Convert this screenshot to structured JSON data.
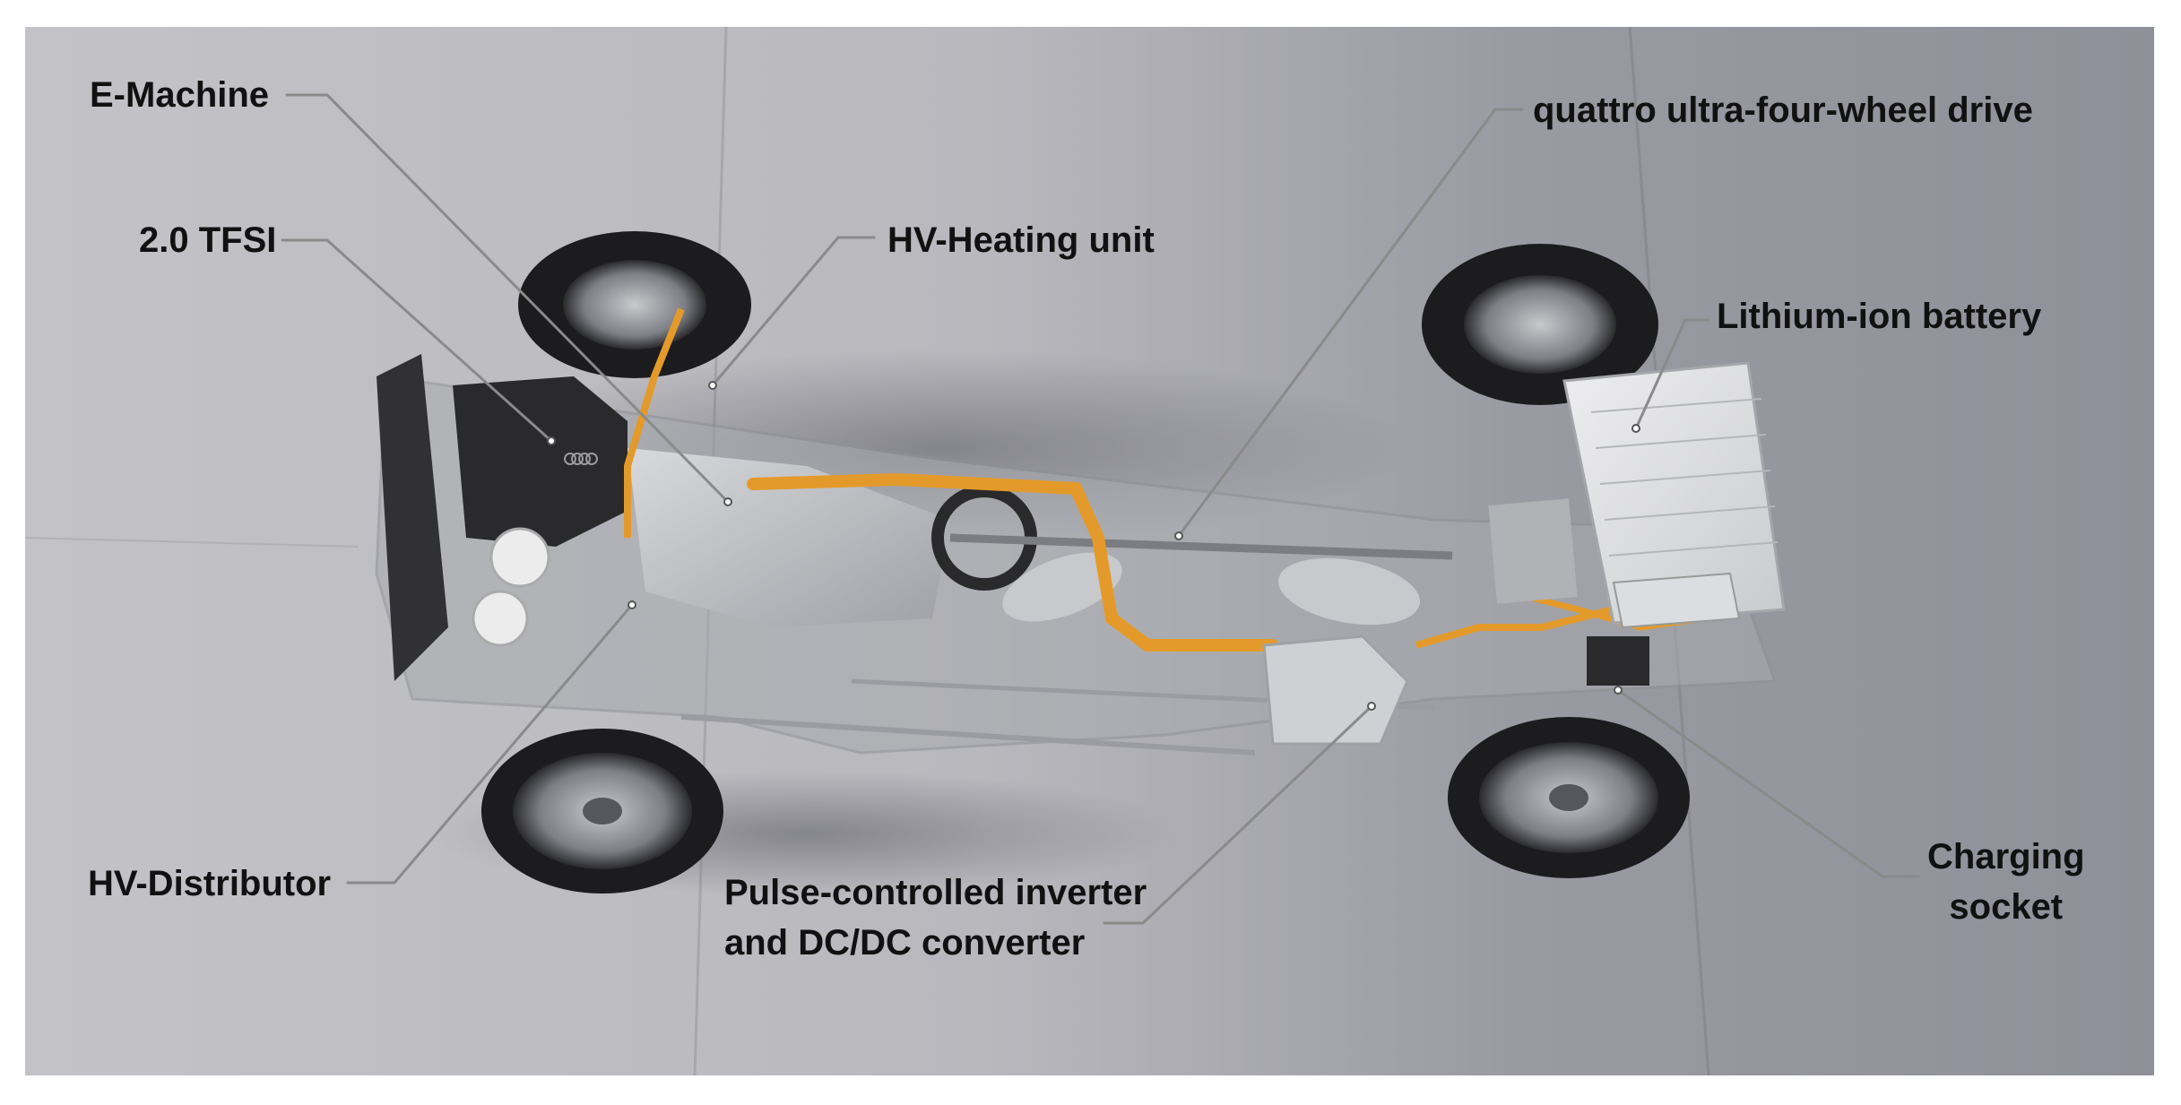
{
  "colors": {
    "background": "#ffffff",
    "floor_light": "#c9c9cd",
    "floor_dark": "#8b8b93",
    "label_text": "#111111",
    "leader_line": "#8a8a8a",
    "hv_cable": "#e49a2a",
    "chassis": "#b9babd",
    "tire": "#1c1c1e",
    "engine_cover": "#2a2a2c"
  },
  "labels": {
    "e_machine": "E-Machine",
    "tfsi": "2.0 TFSI",
    "hv_heating_unit": "HV-Heating unit",
    "quattro": "quattro ultra-four-wheel drive",
    "lithium_battery": "Lithium-ion battery",
    "hv_distributor": "HV-Distributor",
    "inverter_line1": "Pulse-controlled inverter",
    "inverter_line2": "and DC/DC converter",
    "charging_line1": "Charging",
    "charging_line2": "socket"
  },
  "icons": {
    "audi_rings": "audi-rings-icon"
  }
}
